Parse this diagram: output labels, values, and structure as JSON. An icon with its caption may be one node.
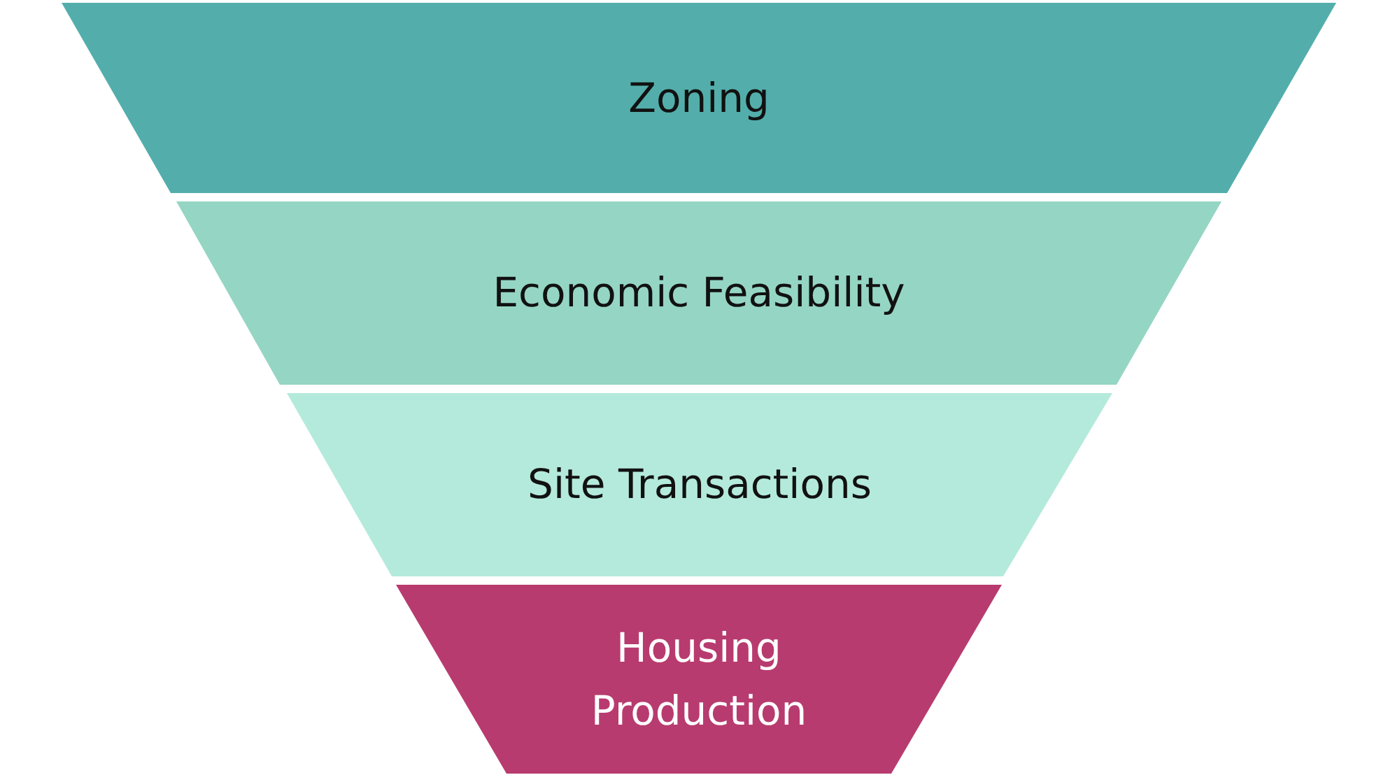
{
  "diagram": {
    "nodes": [
      {
        "text": [
          "Zoning"
        ]
      },
      {
        "text": [
          "Economic Feasibility"
        ]
      },
      {
        "text": [
          "Site Transactions"
        ]
      },
      {
        "text": [
          "Housing Production"
        ]
      }
    ]
  }
}
